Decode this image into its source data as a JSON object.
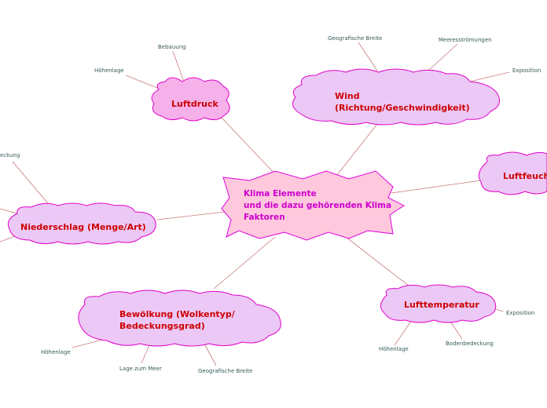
{
  "center": {
    "lines": [
      "Klima Elemente",
      "und die dazu gehörenden Klima",
      "Faktoren"
    ]
  },
  "topics": {
    "luftdruck": {
      "label": "Luftdruck"
    },
    "wind": {
      "lines": [
        "Wind",
        "(Richtung/Geschwindigkeit)"
      ]
    },
    "luftfeuchtigkeit": {
      "label": "Luftfeucht"
    },
    "niederschlag": {
      "label": "Niederschlag (Menge/Art)"
    },
    "bewoelkung": {
      "lines": [
        "Bewölkung (Wolkentyp/",
        "Bedeckungsgrad)"
      ]
    },
    "lufttemperatur": {
      "label": "Lufttemperatur"
    }
  },
  "leaves": {
    "luftdruck": [
      "Bebauung",
      "Höhenlage"
    ],
    "wind": [
      "Geografische Breite",
      "Meeresströmungen",
      "Exposition"
    ],
    "niederschlag": [
      "eckung"
    ],
    "bewoelkung": [
      "Höhenlage",
      "Lage zum Meer",
      "Geografische Breite"
    ],
    "lufttemperatur": [
      "Exposition",
      "Höhenlage",
      "Bodenbedeckung"
    ]
  },
  "colors": {
    "center_fill": "#ffc8dc",
    "center_stroke": "#e000e0",
    "luftdruck_fill": "#f6b0ea",
    "cloud_fill": "#ecc8f6",
    "cloud_stroke": "#e000c8",
    "link": "#c87a7a",
    "topic_text": "#cc0000",
    "center_text": "#cc00cc",
    "leaf_text": "#355a5a"
  }
}
